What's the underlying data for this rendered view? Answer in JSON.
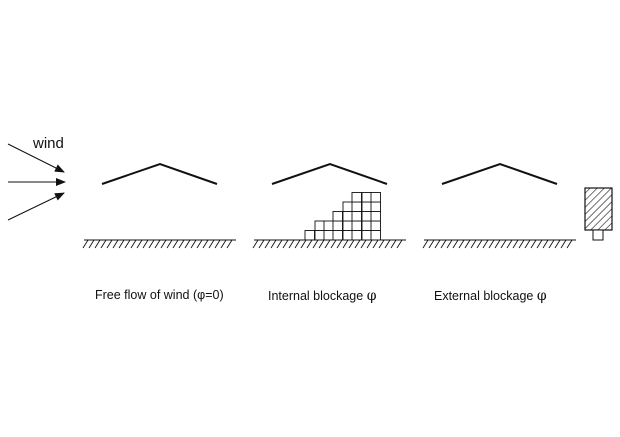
{
  "wind_label": "wind",
  "captions": {
    "free_flow": "Free flow of wind (φ=0)",
    "internal_blockage": "Internal blockage",
    "external_blockage": "External blockage"
  },
  "phi_symbol": "φ",
  "colors": {
    "stroke": "#111111",
    "background": "#ffffff"
  }
}
